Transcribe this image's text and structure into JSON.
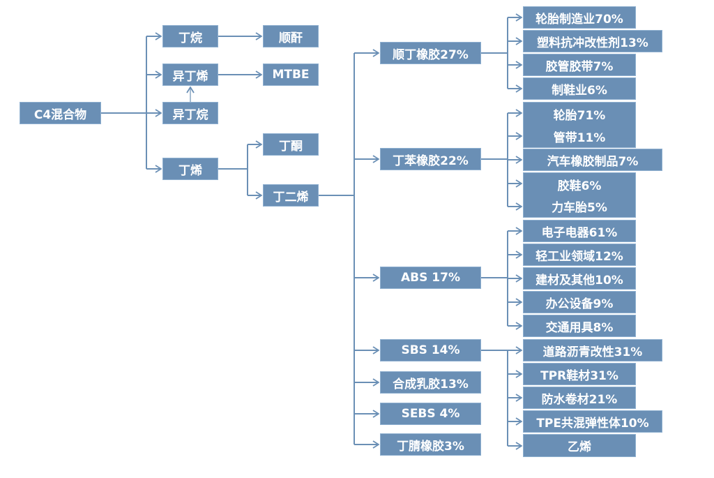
{
  "root": "C4混合物",
  "level1": [
    "丁烷",
    "异丁烯",
    "异丁烷",
    "丁烯"
  ],
  "level2": {
    "maleic": "顺酐",
    "mtbe": "MTBE",
    "butanone": "丁酮",
    "butadiene": "丁二烯"
  },
  "products": [
    "顺丁橡胶27%",
    "丁苯橡胶22%",
    "ABS 17%",
    "SBS 14%",
    "合成乳胶13%",
    "SEBS 4%",
    "丁腈橡胶3%"
  ],
  "uses": {
    "br": [
      "轮胎制造业70%",
      "塑料抗冲改性剂13%",
      "胶管胶带7%",
      "制鞋业6%"
    ],
    "sbr": [
      "轮胎71%",
      "管带11%",
      "汽车橡胶制品7%",
      "胶鞋6%",
      "力车胎5%"
    ],
    "abs": [
      "电子电器61%",
      "轻工业领域12%",
      "建材及其他10%",
      "办公设备9%",
      "交通用具8%"
    ],
    "sbs": [
      "道路沥青改性31%",
      "TPR鞋材31%",
      "防水卷材21%",
      "TPE共混弹性体10%",
      "乙烯"
    ]
  },
  "colors": {
    "box": "#6a8fb5",
    "line": "#6a8fb5"
  }
}
